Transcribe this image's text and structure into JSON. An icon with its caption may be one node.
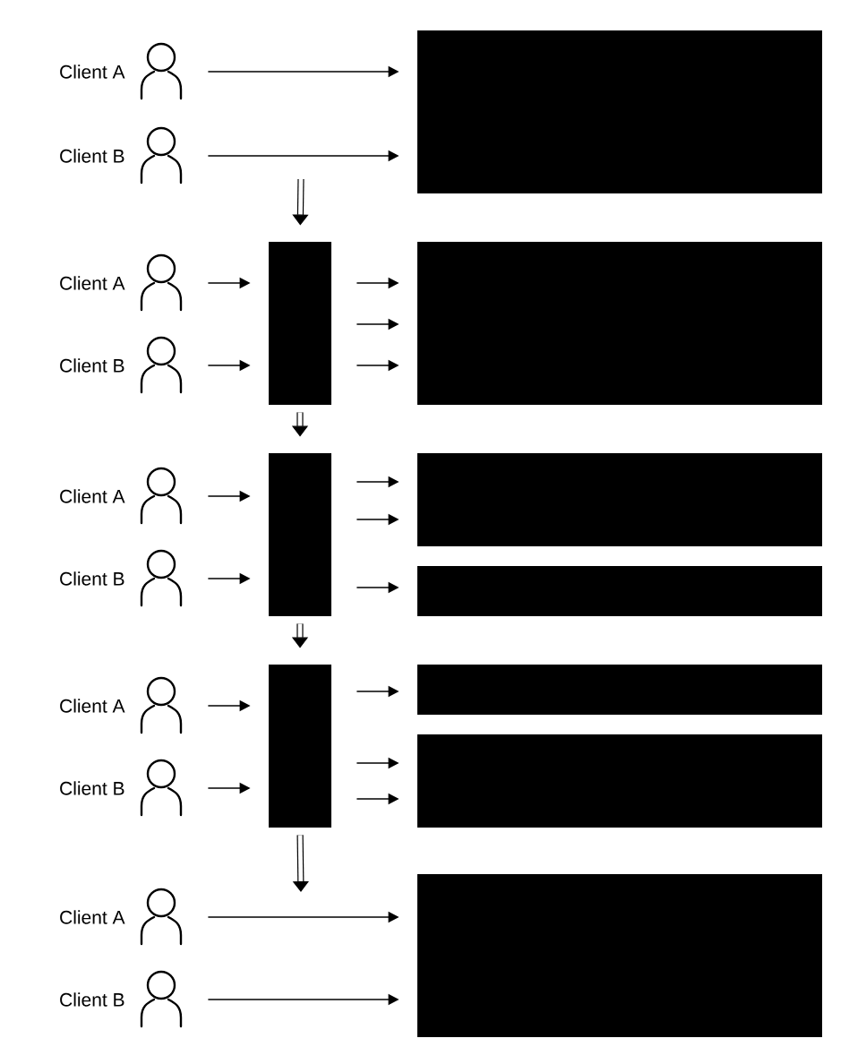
{
  "diagram": {
    "nodes": [
      {
        "text": [],
        "shape": "person",
        "beside": [
          "Client A"
        ]
      },
      {
        "text": [],
        "shape": "person",
        "beside": [
          "Client B"
        ]
      },
      {
        "text": [],
        "shape": "box"
      },
      {
        "text": [],
        "shape": "person",
        "beside": [
          "Client A"
        ]
      },
      {
        "text": [],
        "shape": "person",
        "beside": [
          "Client B"
        ]
      },
      {
        "text": [],
        "shape": "box"
      },
      {
        "text": [],
        "shape": "box"
      },
      {
        "text": [],
        "shape": "person",
        "beside": [
          "Client A"
        ]
      },
      {
        "text": [],
        "shape": "person",
        "beside": [
          "Client B"
        ]
      },
      {
        "text": [],
        "shape": "box"
      },
      {
        "text": [],
        "shape": "box"
      },
      {
        "text": [],
        "shape": "box"
      },
      {
        "text": [],
        "shape": "person",
        "beside": [
          "Client A"
        ]
      },
      {
        "text": [],
        "shape": "person",
        "beside": [
          "Client B"
        ]
      },
      {
        "text": [],
        "shape": "box"
      },
      {
        "text": [],
        "shape": "box"
      },
      {
        "text": [],
        "shape": "box"
      },
      {
        "text": [],
        "shape": "person",
        "beside": [
          "Client A"
        ]
      },
      {
        "text": [],
        "shape": "person",
        "beside": [
          "Client B"
        ]
      },
      {
        "text": [],
        "shape": "box"
      }
    ],
    "edges": [
      {
        "from": 0,
        "to": 2,
        "arrow": "to"
      },
      {
        "from": 1,
        "to": 2,
        "arrow": "to"
      },
      {
        "from": 3,
        "to": 5,
        "arrow": "to"
      },
      {
        "from": 4,
        "to": 5,
        "arrow": "to"
      },
      {
        "from": 5,
        "to": 6,
        "arrow": "to"
      },
      {
        "from": 5,
        "to": 6,
        "arrow": "to"
      },
      {
        "from": 5,
        "to": 6,
        "arrow": "to"
      },
      {
        "from": 7,
        "to": 9,
        "arrow": "to"
      },
      {
        "from": 8,
        "to": 9,
        "arrow": "to"
      },
      {
        "from": 9,
        "to": 10,
        "arrow": "to"
      },
      {
        "from": 9,
        "to": 10,
        "arrow": "to"
      },
      {
        "from": 9,
        "to": 11,
        "arrow": "to"
      },
      {
        "from": 12,
        "to": 14,
        "arrow": "to"
      },
      {
        "from": 13,
        "to": 14,
        "arrow": "to"
      },
      {
        "from": 14,
        "to": 15,
        "arrow": "to"
      },
      {
        "from": 14,
        "to": 16,
        "arrow": "to"
      },
      {
        "from": 14,
        "to": 16,
        "arrow": "to"
      },
      {
        "from": 17,
        "to": 19,
        "arrow": "to"
      },
      {
        "from": 18,
        "to": 19,
        "arrow": "to"
      },
      {
        "from": null,
        "to": 5,
        "arrow": "to",
        "style": "thick"
      },
      {
        "from": 5,
        "to": 9,
        "arrow": "to",
        "style": "thick"
      },
      {
        "from": 9,
        "to": 14,
        "arrow": "to",
        "style": "thick"
      },
      {
        "from": 14,
        "to": null,
        "arrow": "to",
        "style": "thick"
      }
    ]
  }
}
